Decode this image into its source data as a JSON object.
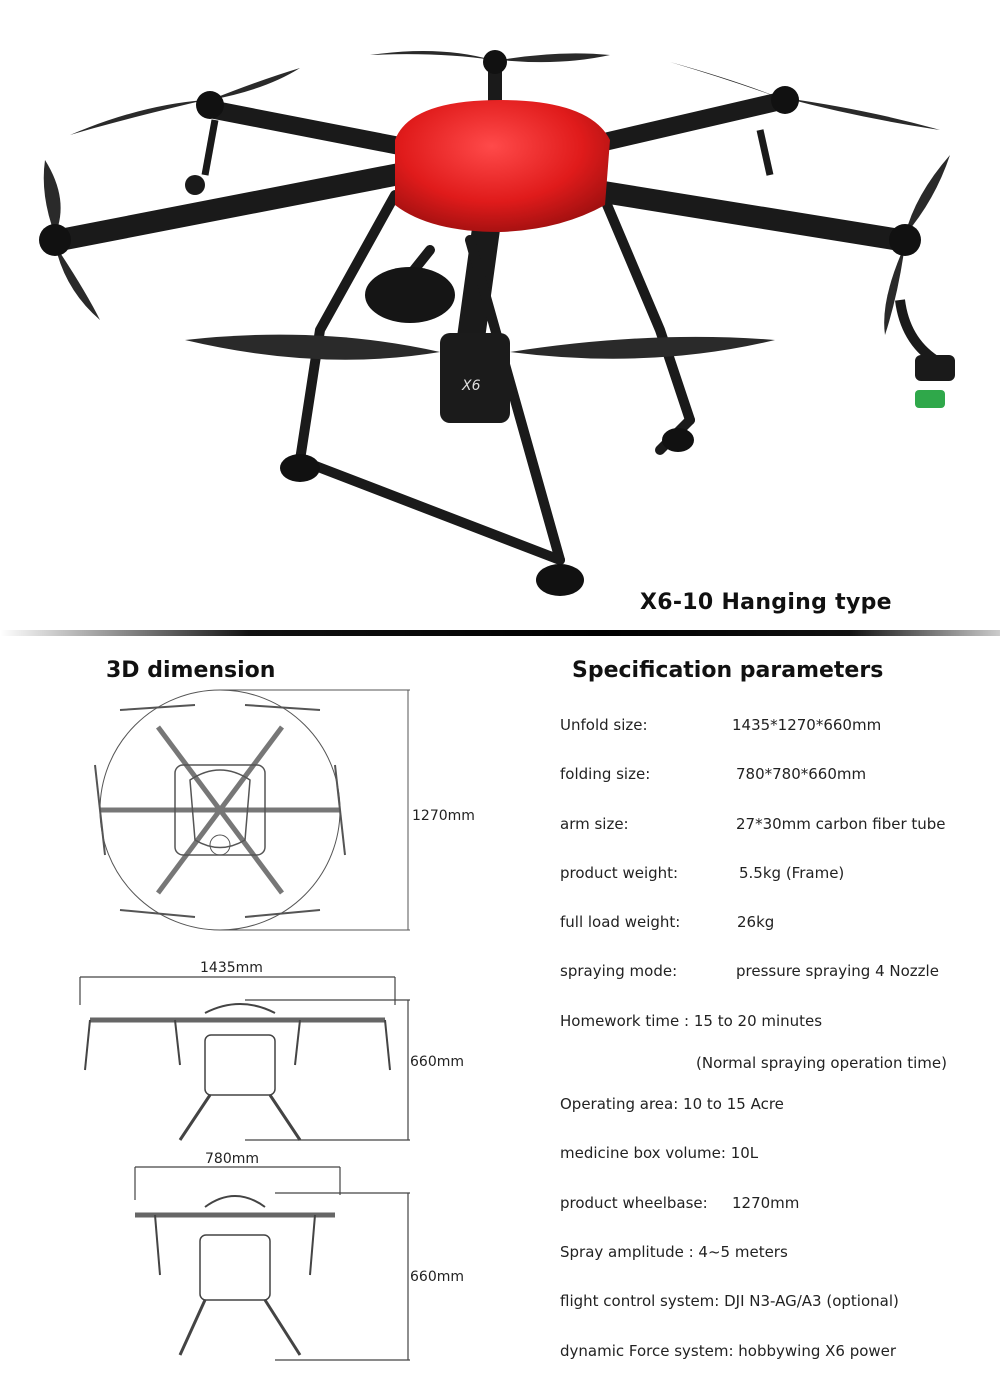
{
  "hero": {
    "caption": "X6-10 Hanging type",
    "motor_badge": "X6",
    "colors": {
      "canopy": "#e01b1b",
      "frame": "#1a1a1a",
      "nozzle": "#2fa84a"
    }
  },
  "left_section": {
    "title": "3D dimension",
    "top_view_height": "1270mm",
    "unfolded_width": "1435mm",
    "unfolded_height": "660mm",
    "folded_width": "780mm",
    "folded_height": "660mm"
  },
  "right_section": {
    "title": "Specification parameters",
    "specs": [
      {
        "label": "Unfold size:",
        "value": "1435*1270*660mm"
      },
      {
        "label": "folding size:",
        "value": "780*780*660mm"
      },
      {
        "label": "arm size:",
        "value": "27*30mm carbon fiber tube"
      },
      {
        "label": "product weight:",
        "value": "5.5kg (Frame)"
      },
      {
        "label": "full load weight:",
        "value": "26kg"
      },
      {
        "label": "spraying mode:",
        "value": "pressure spraying 4 Nozzle"
      },
      {
        "label": "Homework time : 15 to 20 minutes",
        "value": ""
      },
      {
        "label": "",
        "value": "(Normal spraying operation time)"
      },
      {
        "label": "Operating area: 10 to 15 Acre",
        "value": ""
      },
      {
        "label": "medicine box volume: 10L",
        "value": ""
      },
      {
        "label": "product wheelbase:",
        "value": "1270mm"
      },
      {
        "label": "Spray amplitude : 4~5 meters",
        "value": ""
      },
      {
        "label": "flight control system: DJI N3-AG/A3 (optional)",
        "value": ""
      },
      {
        "label": "dynamic Force system: hobbywing X6 power",
        "value": ""
      }
    ]
  }
}
